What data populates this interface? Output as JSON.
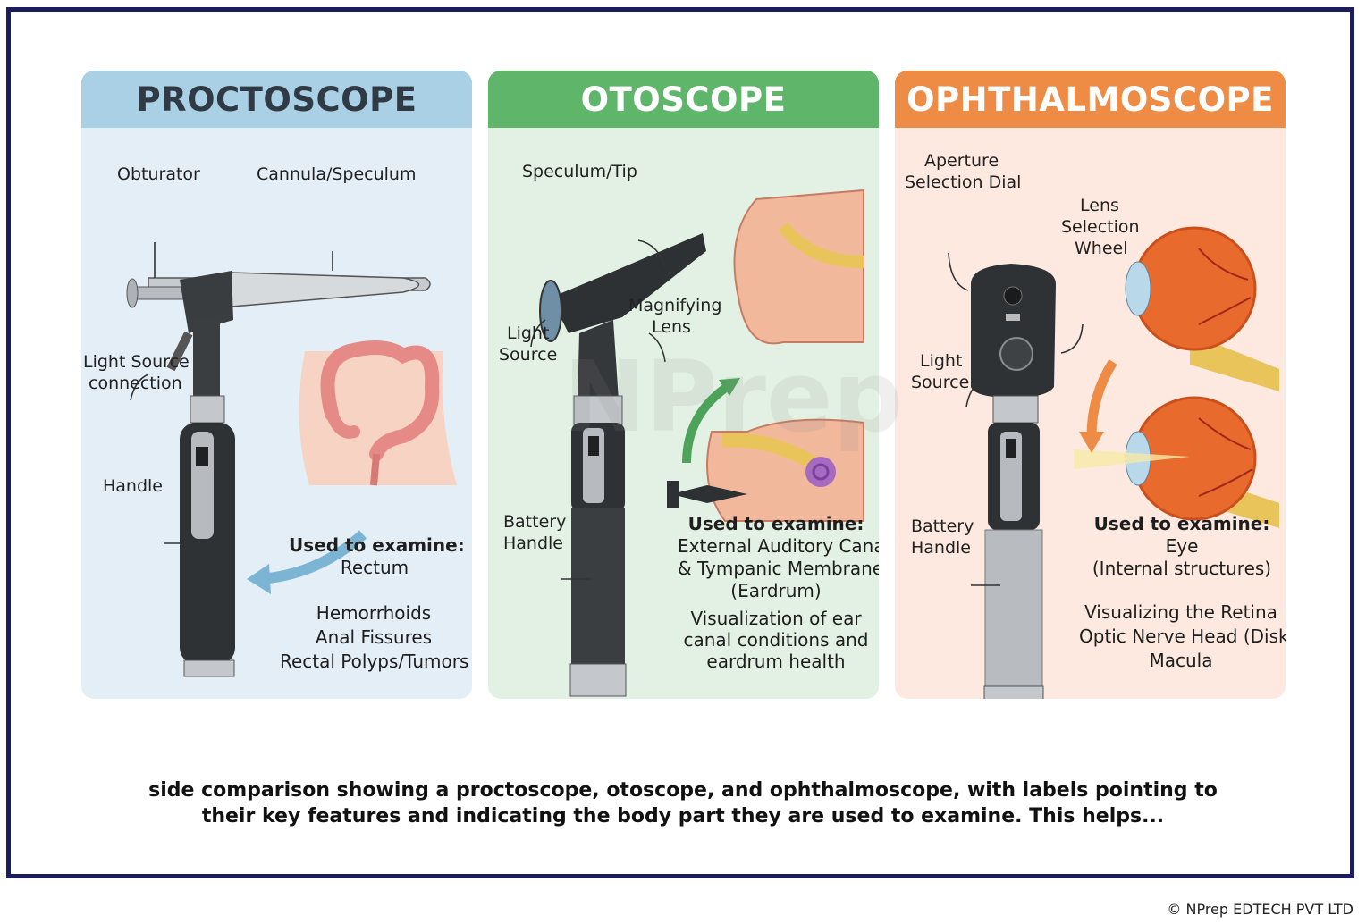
{
  "panels": [
    {
      "title": "PROCTOSCOPE",
      "labels": {
        "obturator": "Obturator",
        "cannula": "Cannula/Speculum",
        "light_1": "Light Source",
        "light_2": "connection",
        "handle": "Handle"
      },
      "used_title": "Used to examine:",
      "used_lines": [
        "Rectum"
      ],
      "conditions": [
        "Hemorrhoids",
        "Anal Fissures",
        "Rectal Polyps/Tumors"
      ],
      "accent": "#a9d0e4"
    },
    {
      "title": "OTOSCOPE",
      "labels": {
        "speculum": "Speculum/Tip",
        "magnify_1": "Magnifying",
        "magnify_2": "Lens",
        "light_1": "Light",
        "light_2": "Source",
        "battery_1": "Battery",
        "battery_2": "Handle"
      },
      "used_title": "Used to examine:",
      "used_lines": [
        "External Auditory Canal",
        "& Tympanic Membrane",
        "(Eardrum)"
      ],
      "conditions": [
        "Visualization of ear",
        "canal conditions and",
        "eardrum health"
      ],
      "accent": "#5fb66b"
    },
    {
      "title": "OPHTHALMOSCOPE",
      "labels": {
        "aperture_1": "Aperture",
        "aperture_2": "Selection Dial",
        "lens_1": "Lens",
        "lens_2": "Selection",
        "lens_3": "Wheel",
        "light_1": "Light",
        "light_2": "Source",
        "battery_1": "Battery",
        "battery_2": "Handle"
      },
      "used_title": "Used to examine:",
      "used_lines": [
        "Eye",
        "(Internal structures)"
      ],
      "conditions": [
        "Visualizing the Retina",
        "Optic Nerve Head (Disk)",
        "Macula"
      ],
      "accent": "#ee8b44"
    }
  ],
  "caption_line1": "side comparison showing a proctoscope, otoscope, and ophthalmoscope, with labels pointing to",
  "caption_line2": "their key features and indicating the body part they are used to examine. This helps...",
  "watermark": "NPrep",
  "copyright": "© NPrep EDTECH PVT LTD"
}
